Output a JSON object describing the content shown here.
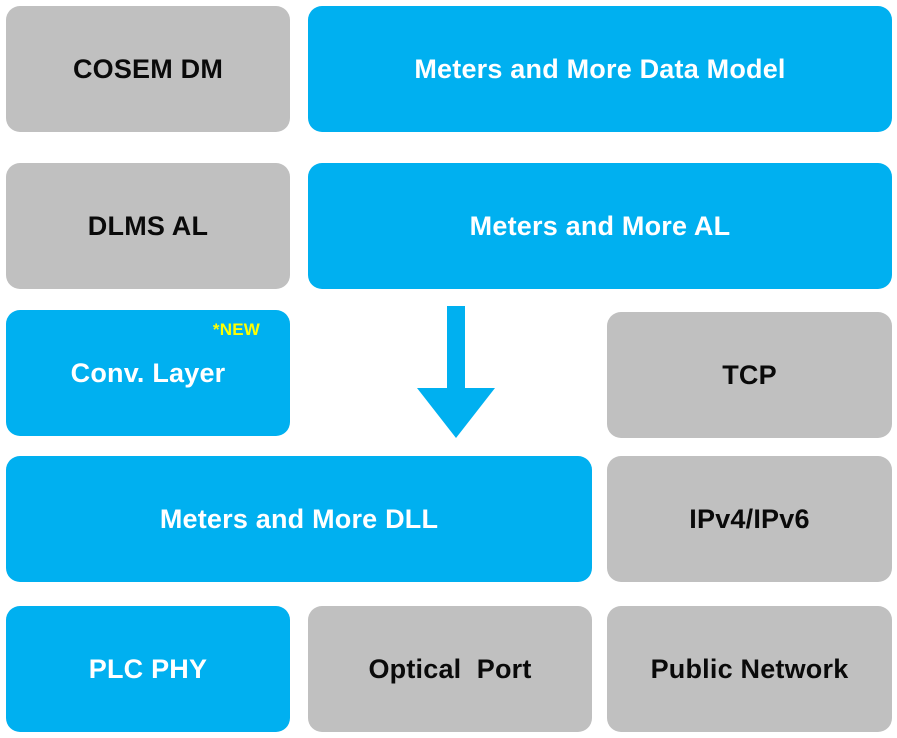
{
  "colors": {
    "gray_block": "#c0c0c0",
    "blue_block": "#00b0f0",
    "new_badge": "#ffff00",
    "arrow": "#00b0f0"
  },
  "blocks": {
    "cosem_dm": "COSEM DM",
    "mm_data_model": "Meters and More Data Model",
    "dlms_al": "DLMS AL",
    "mm_al": "Meters and More AL",
    "conv_layer": "Conv. Layer",
    "new_badge": "*NEW",
    "tcp": "TCP",
    "mm_dll": "Meters and More DLL",
    "ipv4_ipv6": "IPv4/IPv6",
    "plc_phy": "PLC PHY",
    "optical_port": "Optical  Port",
    "public_network": "Public Network"
  },
  "icons": {
    "arrow": "down-arrow-icon"
  }
}
